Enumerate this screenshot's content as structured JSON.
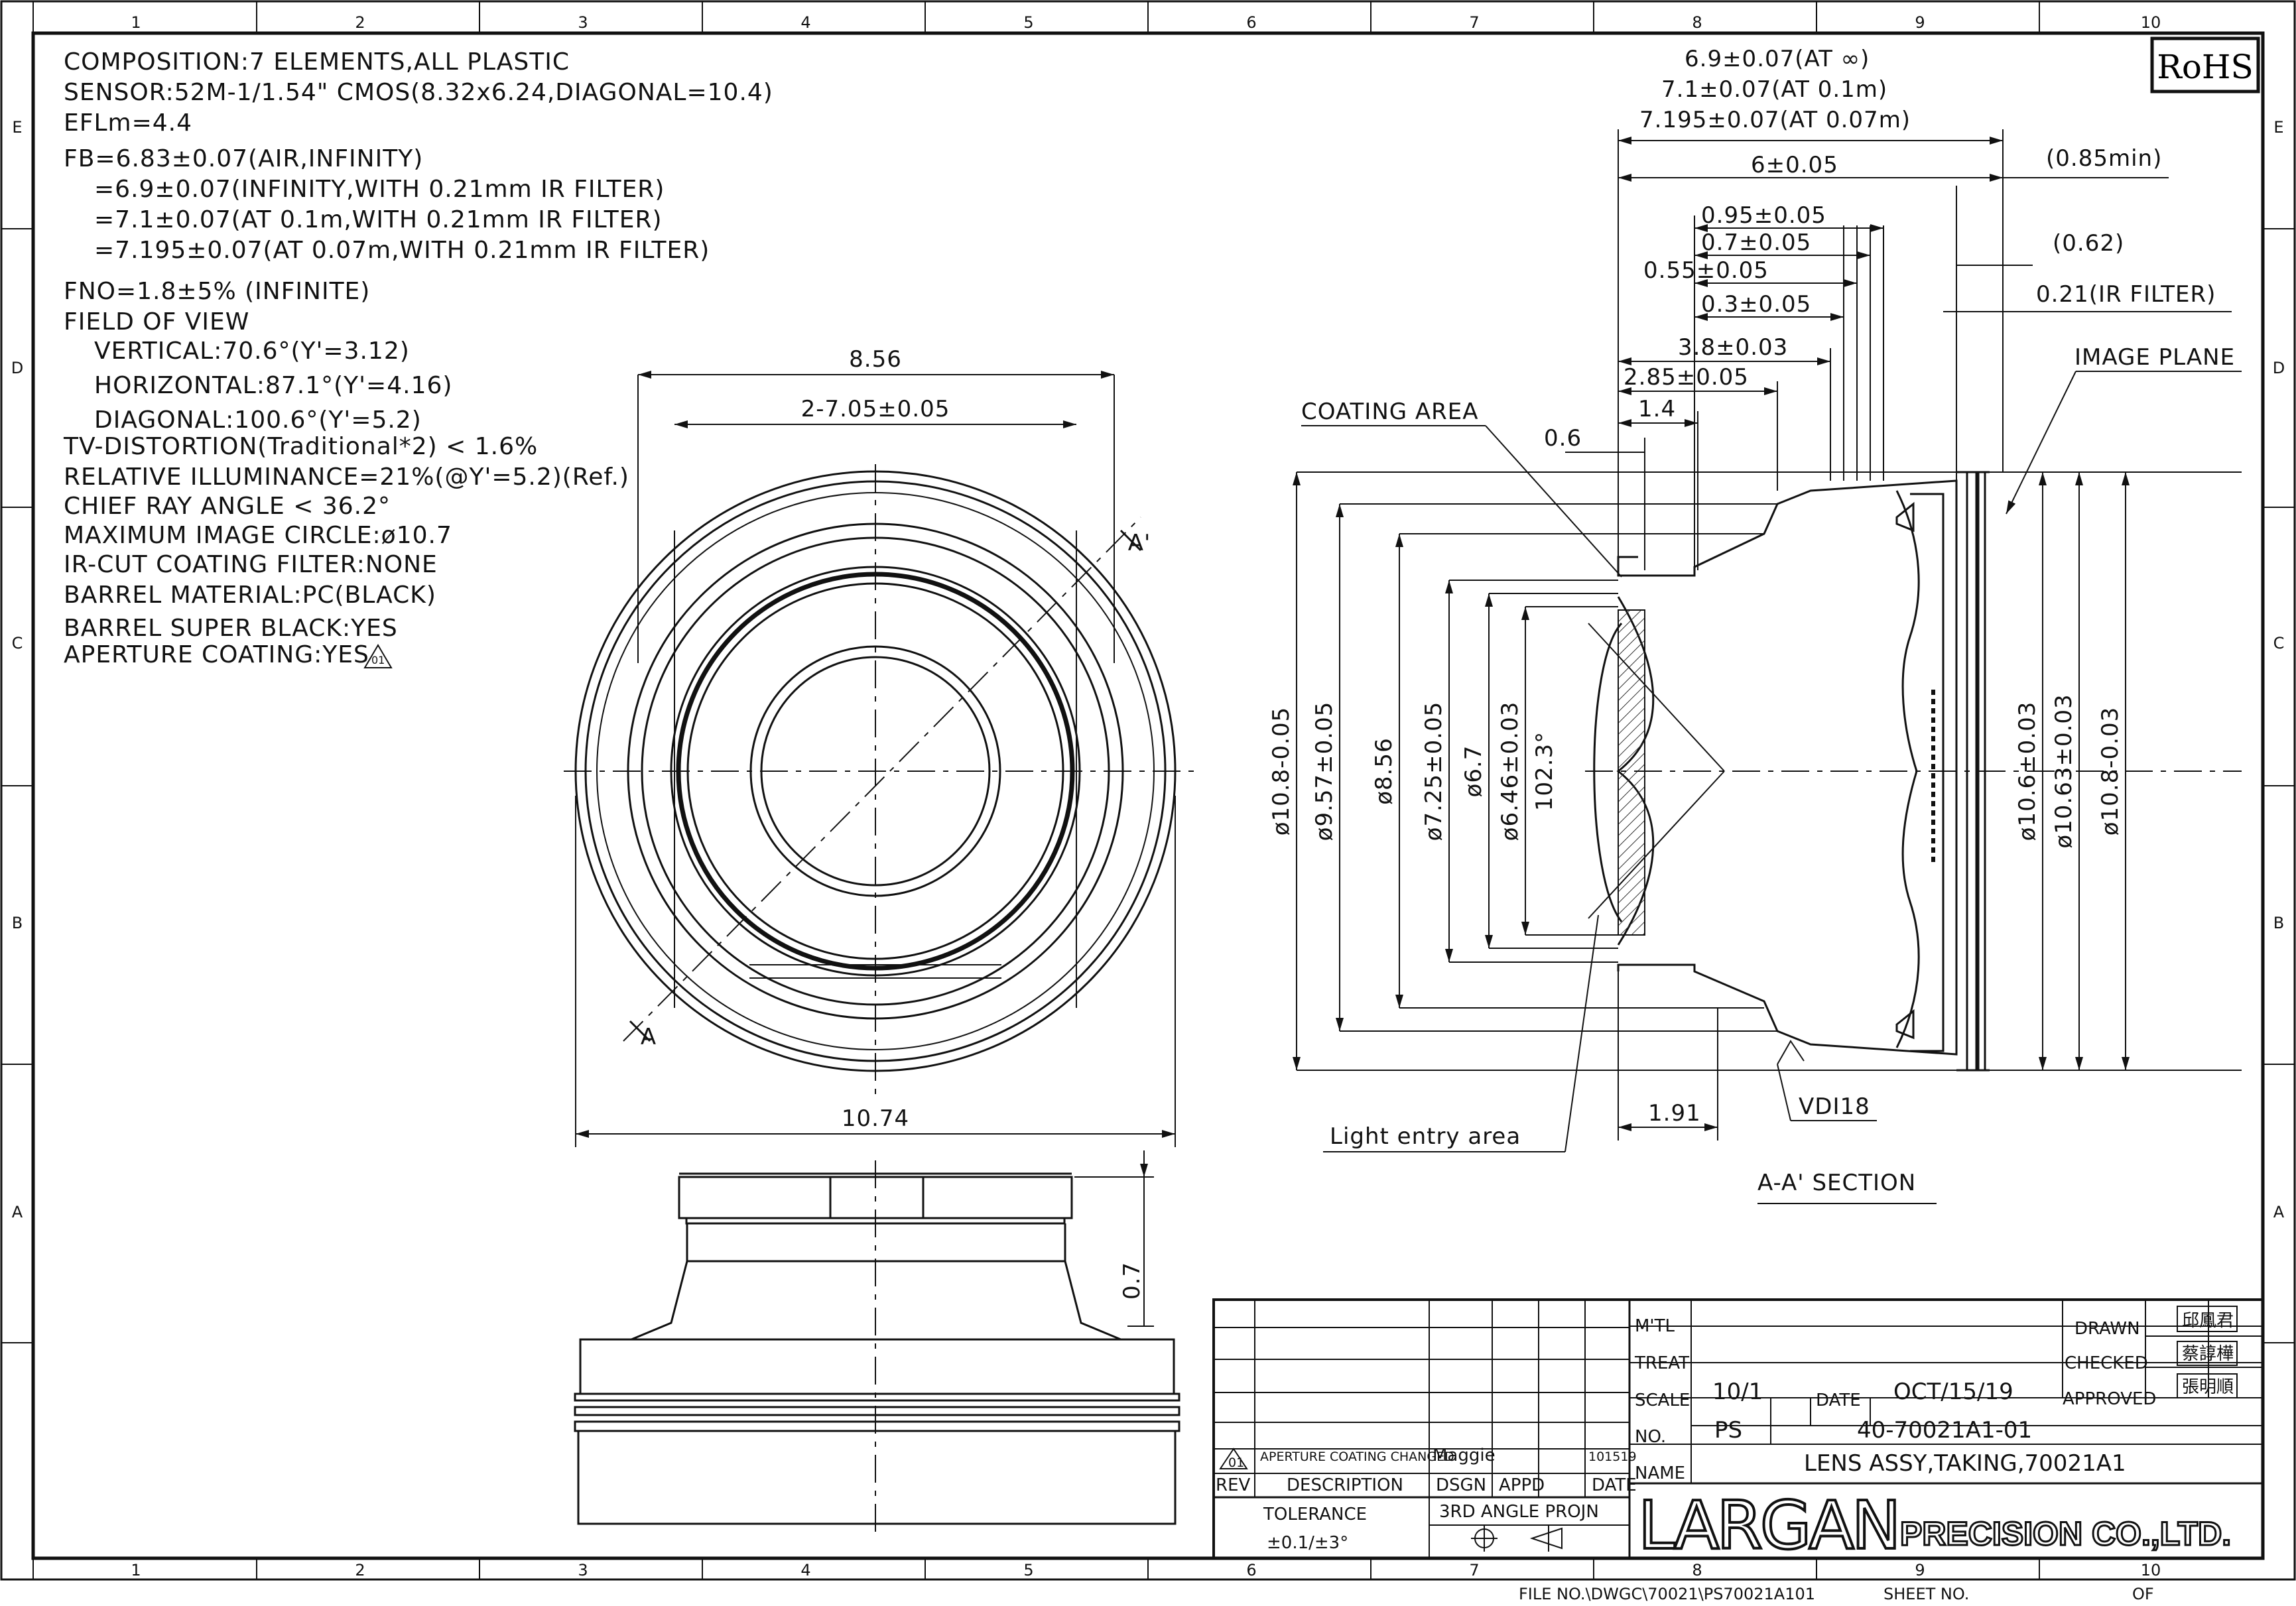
{
  "zones": {
    "columns": [
      "1",
      "2",
      "3",
      "4",
      "5",
      "6",
      "7",
      "8",
      "9",
      "10"
    ],
    "rows": [
      "E",
      "D",
      "C",
      "B",
      "A"
    ]
  },
  "rohs": "RoHS",
  "specs": [
    "COMPOSITION:7 ELEMENTS,ALL PLASTIC",
    "SENSOR:52M-1/1.54\" CMOS(8.32x6.24,DIAGONAL=10.4)",
    "EFLm=4.4",
    "FB=6.83±0.07(AIR,INFINITY)",
    "=6.9±0.07(INFINITY,WITH 0.21mm IR FILTER)",
    "=7.1±0.07(AT 0.1m,WITH 0.21mm IR FILTER)",
    "=7.195±0.07(AT 0.07m,WITH 0.21mm IR FILTER)",
    "FNO=1.8±5% (INFINITE)",
    "FIELD OF VIEW",
    "VERTICAL:70.6°(Y'=3.12)",
    "HORIZONTAL:87.1°(Y'=4.16)",
    "DIAGONAL:100.6°(Y'=5.2)",
    "TV-DISTORTION(Traditional*2) < 1.6%",
    "RELATIVE ILLUMINANCE=21%(@Y'=5.2)(Ref.)",
    "CHIEF RAY ANGLE < 36.2°",
    "MAXIMUM IMAGE CIRCLE:ø10.7",
    "IR-CUT COATING FILTER:NONE",
    "BARREL MATERIAL:PC(BLACK)",
    "BARREL SUPER BLACK:YES",
    "APERTURE COATING:YES"
  ],
  "rev_mark": "01",
  "front_view": {
    "dim_top": "8.56",
    "dim_inner": "2-7.05±0.05",
    "dim_bottom": "10.74",
    "mark_a": "A",
    "mark_a_prime": "A'"
  },
  "side_view": {
    "dim_height": "0.7"
  },
  "section": {
    "top_dims": [
      "6.9±0.07(AT ∞)",
      "7.1±0.07(AT 0.1m)",
      "7.195±0.07(AT 0.07m)"
    ],
    "dim_6": "6±0.05",
    "dim_085": "(0.85min)",
    "dim_095": "0.95±0.05",
    "dim_07": "0.7±0.05",
    "dim_055": "0.55±0.05",
    "dim_03": "0.3±0.05",
    "dim_062": "(0.62)",
    "dim_021": "0.21(IR FILTER)",
    "dim_38": "3.8±0.03",
    "dim_285": "2.85±0.05",
    "dim_14": "1.4",
    "dim_06": "0.6",
    "dim_191": "1.91",
    "label_coating": "COATING AREA",
    "label_image_plane": "IMAGE PLANE",
    "label_light": "Light entry area",
    "label_vdi": "VDI18",
    "title": "A-A' SECTION",
    "vert_dims_left": [
      "ø10.8-0.05",
      "ø9.57±0.05",
      "ø8.56",
      "ø7.25±0.05",
      "ø6.7",
      "ø6.46±0.03",
      "102.3°"
    ],
    "vert_dims_right": [
      "ø10.6±0.03",
      "ø10.63±0.03",
      "ø10.8-0.03"
    ]
  },
  "title_block": {
    "rev_row": {
      "rev": "01",
      "description": "APERTURE COATING CHANGED",
      "dsgn": "Maggie",
      "date": "101519"
    },
    "headers": {
      "rev": "REV",
      "description": "DESCRIPTION",
      "dsgn": "DSGN",
      "appd": "APPD",
      "date": "DATE"
    },
    "tolerance_label": "TOLERANCE",
    "tolerance_value": "±0.1/±3°",
    "projection": "3RD ANGLE PROJN",
    "mtl_label": "M'TL",
    "treat_label": "TREAT",
    "scale_label": "SCALE",
    "scale_value": "10/1",
    "date_label": "DATE",
    "date_value": "OCT/15/19",
    "no_label": "NO.",
    "no_prefix": "PS",
    "no_value": "40-70021A1-01",
    "name_label": "NAME",
    "name_value": "LENS ASSY,TAKING,70021A1",
    "drawn_label": "DRAWN",
    "checked_label": "CHECKED",
    "approved_label": "APPROVED",
    "drawn_sig": "邱鳳君",
    "checked_sig": "蔡諄樺",
    "approved_sig": "張明順",
    "company_logo": "LARGAN",
    "company_suffix": "PRECISION CO.,LTD."
  },
  "footer": {
    "file_no": "FILE NO.\\DWGC\\70021\\PS70021A101",
    "sheet_no": "SHEET NO.",
    "of": "OF"
  }
}
